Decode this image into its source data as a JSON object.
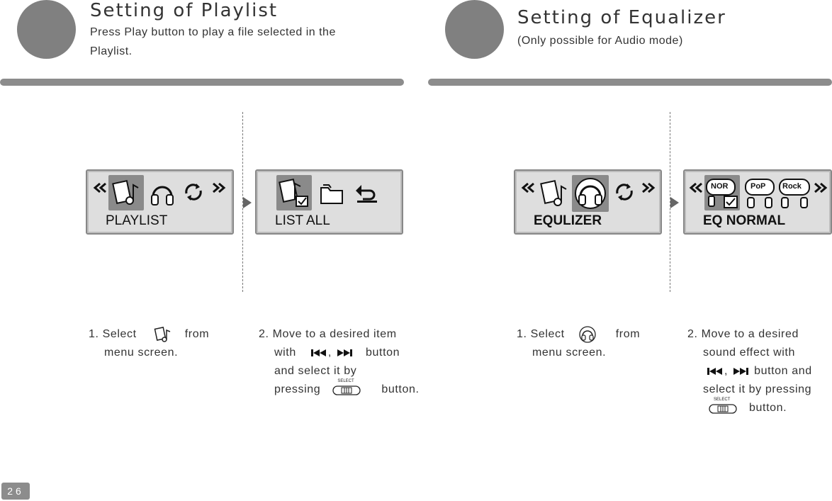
{
  "left": {
    "title": "Setting of Playlist",
    "subtitle_line1": "Press Play button to play a file selected in the",
    "subtitle_line2": "Playlist.",
    "screen1_label": "PLAYLIST",
    "screen2_label": "LIST ALL",
    "step1_a": "1. Select",
    "step1_b": "from",
    "step1_c": "menu screen.",
    "step2_a": "2. Move to a desired item",
    "step2_b": "with",
    "step2_comma": ",",
    "step2_c": "button",
    "step2_d": "and select it by",
    "step2_e": "pressing",
    "step2_f": "button."
  },
  "right": {
    "title": "Setting of Equalizer",
    "subtitle": "(Only possible for Audio mode)",
    "screen1_label": "EQULIZER",
    "screen2_label": "EQ NORMAL",
    "eq_icon_nor": "NOR",
    "eq_icon_pop": "PoP",
    "eq_icon_rock": "Rock",
    "step1_a": "1. Select",
    "step1_b": "from",
    "step1_c": "menu screen.",
    "step2_a": "2. Move to a desired",
    "step2_b": "sound effect with",
    "step2_comma": ",",
    "step2_c": "button and",
    "step2_d": "select it by pressing",
    "step2_e": "button."
  },
  "select_button_text": "SELECT",
  "page_number": "26"
}
